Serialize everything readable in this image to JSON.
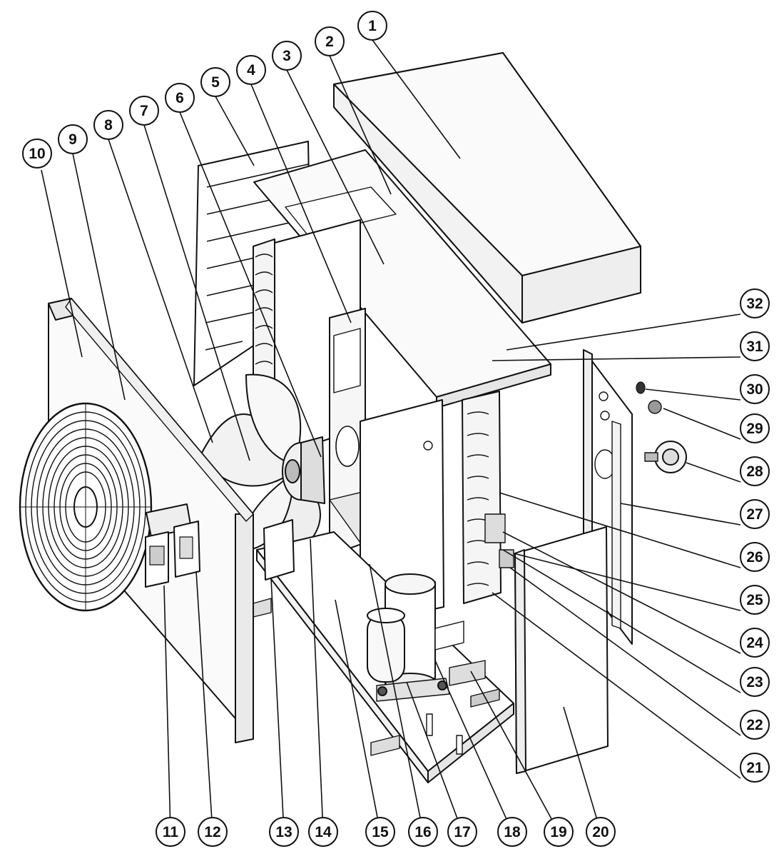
{
  "diagram": {
    "colors": {
      "line": "#111111",
      "fill": "#ffffff",
      "shade": "#e9e9e9",
      "dark": "#555555"
    },
    "callouts_top": [
      "1",
      "2",
      "3",
      "4",
      "5",
      "6",
      "7",
      "8",
      "9",
      "10"
    ],
    "callouts_right": [
      "32",
      "31",
      "30",
      "29",
      "28",
      "27",
      "26",
      "25",
      "24",
      "23",
      "22",
      "21"
    ],
    "callouts_bottom": [
      "11",
      "12",
      "13",
      "14",
      "15",
      "16",
      "17",
      "18",
      "19",
      "20"
    ]
  }
}
